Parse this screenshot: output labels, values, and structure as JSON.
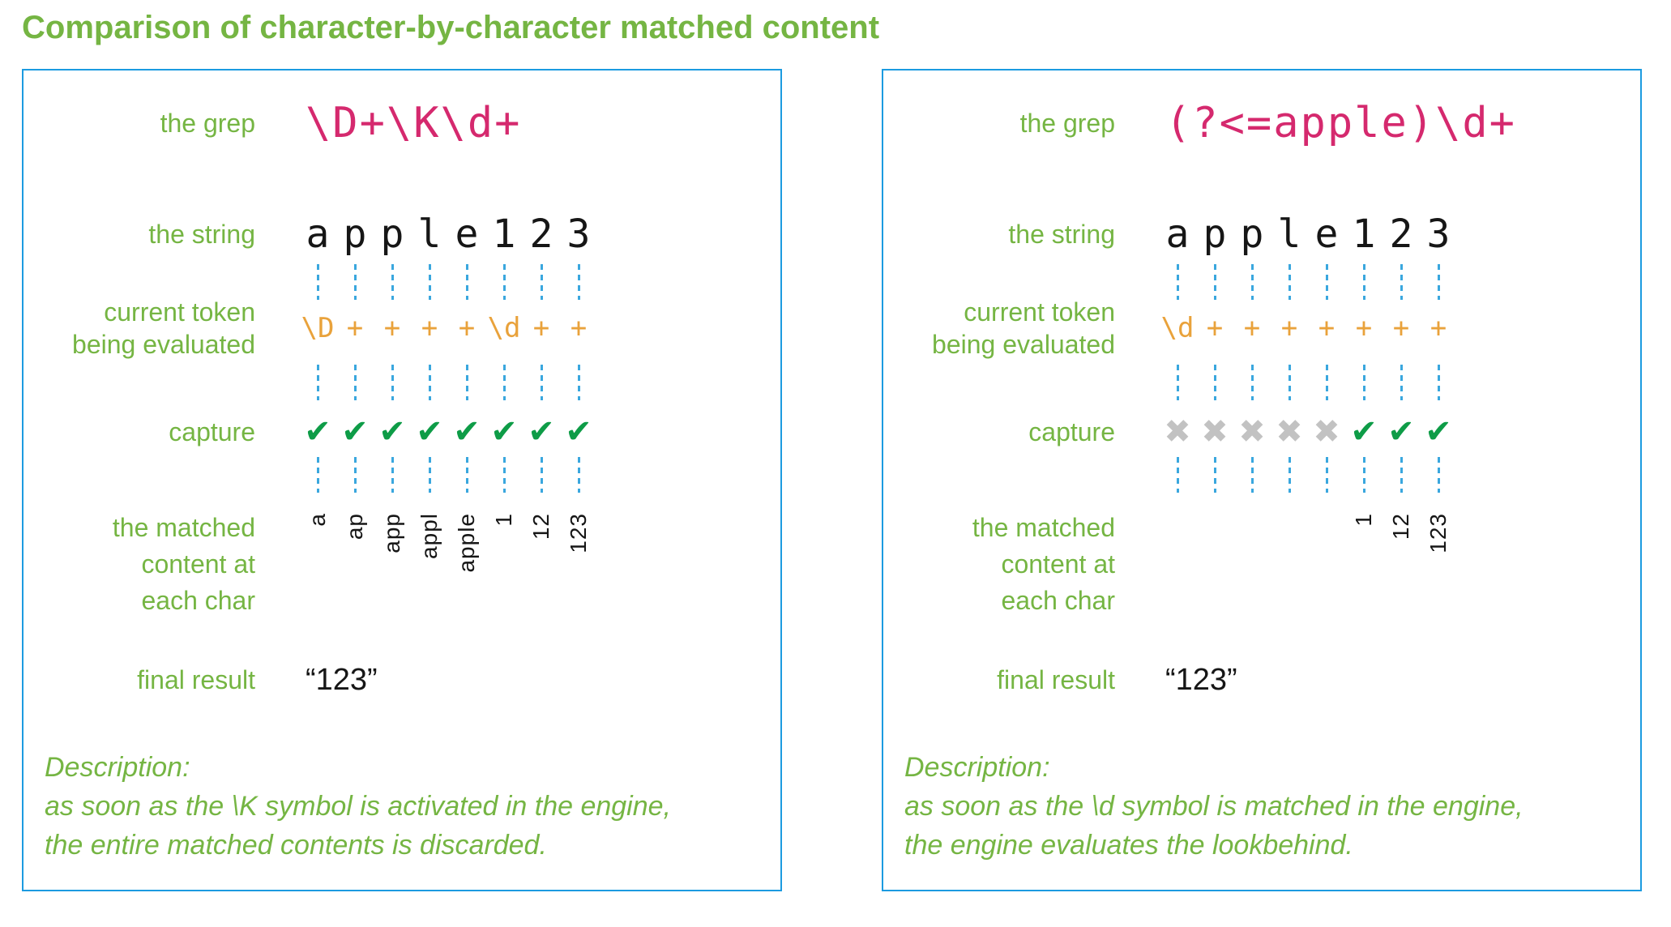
{
  "title": "Comparison of character-by-character matched content",
  "colors": {
    "green": "#75b543",
    "pink": "#d5296e",
    "orange": "#e9a23b",
    "dash_blue": "#3aa7de",
    "border_blue": "#1c9be0",
    "check_green": "#0e9c47",
    "cross_gray": "#c2c2c2",
    "text_black": "#161616"
  },
  "row_labels": {
    "grep": "the grep",
    "string": "the string",
    "token": [
      "current token",
      "being evaluated"
    ],
    "capture": "capture",
    "matched": [
      "the matched",
      "content at",
      "each char"
    ],
    "final": "final result",
    "description_heading": "Description:"
  },
  "panels": [
    {
      "grep_pattern": "\\D+\\K\\d+",
      "string_chars": [
        "a",
        "p",
        "p",
        "l",
        "e",
        "1",
        "2",
        "3"
      ],
      "tokens": [
        "\\D",
        "+",
        "+",
        "+",
        "+",
        "\\d",
        "+",
        "+"
      ],
      "captures": [
        "check",
        "check",
        "check",
        "check",
        "check",
        "check",
        "check",
        "check"
      ],
      "matched": [
        "a",
        "ap",
        "app",
        "appl",
        "apple",
        "1",
        "12",
        "123"
      ],
      "final_result": "“123”",
      "description_lines": [
        "as soon as the \\K symbol is activated in the engine,",
        "the entire matched contents is discarded."
      ]
    },
    {
      "grep_pattern": "(?<=apple)\\d+",
      "string_chars": [
        "a",
        "p",
        "p",
        "l",
        "e",
        "1",
        "2",
        "3"
      ],
      "tokens": [
        "\\d",
        "+",
        "+",
        "+",
        "+",
        "+",
        "+",
        "+"
      ],
      "captures": [
        "cross",
        "cross",
        "cross",
        "cross",
        "cross",
        "check",
        "check",
        "check"
      ],
      "matched": [
        "",
        "",
        "",
        "",
        "",
        "1",
        "12",
        "123"
      ],
      "final_result": "“123”",
      "description_lines": [
        "as soon as the \\d symbol is matched in the engine,",
        "the engine evaluates the lookbehind."
      ]
    }
  ]
}
